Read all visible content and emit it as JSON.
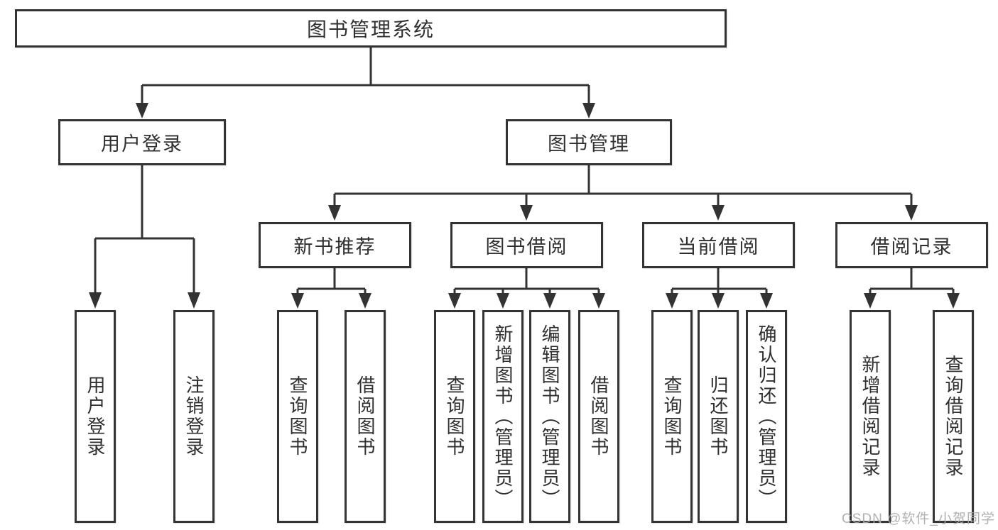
{
  "diagram": {
    "root": {
      "label": "图书管理系统"
    },
    "level1": [
      {
        "id": "user-login",
        "label": "用户登录"
      },
      {
        "id": "book-management",
        "label": "图书管理"
      }
    ],
    "level2": [
      {
        "id": "new-book-recommend",
        "label": "新书推荐"
      },
      {
        "id": "book-borrow",
        "label": "图书借阅"
      },
      {
        "id": "current-borrow",
        "label": "当前借阅"
      },
      {
        "id": "borrow-record",
        "label": "借阅记录"
      }
    ],
    "leaves": [
      {
        "id": "user-login-leaf",
        "label": "用户登录"
      },
      {
        "id": "logout",
        "label": "注销登录"
      },
      {
        "id": "recommend-query-book",
        "label": "查询图书"
      },
      {
        "id": "recommend-borrow-book",
        "label": "借阅图书"
      },
      {
        "id": "borrow-query-book",
        "label": "查询图书"
      },
      {
        "id": "add-book-admin",
        "label": "新增图书（管理员）"
      },
      {
        "id": "edit-book-admin",
        "label": "编辑图书（管理员）"
      },
      {
        "id": "borrow-book",
        "label": "借阅图书"
      },
      {
        "id": "current-query-book",
        "label": "查询图书"
      },
      {
        "id": "return-book",
        "label": "归还图书"
      },
      {
        "id": "confirm-return-admin",
        "label": "确认归还（管理员）"
      },
      {
        "id": "add-borrow-record",
        "label": "新增借阅记录"
      },
      {
        "id": "query-borrow-record",
        "label": "查询借阅记录"
      }
    ]
  },
  "colors": {
    "line": "#333333",
    "box_border": "#333333",
    "text": "#2f2f2f",
    "watermark": "#a8a8a8"
  },
  "watermark": {
    "text": "CSDN @软件_小贺同学"
  }
}
